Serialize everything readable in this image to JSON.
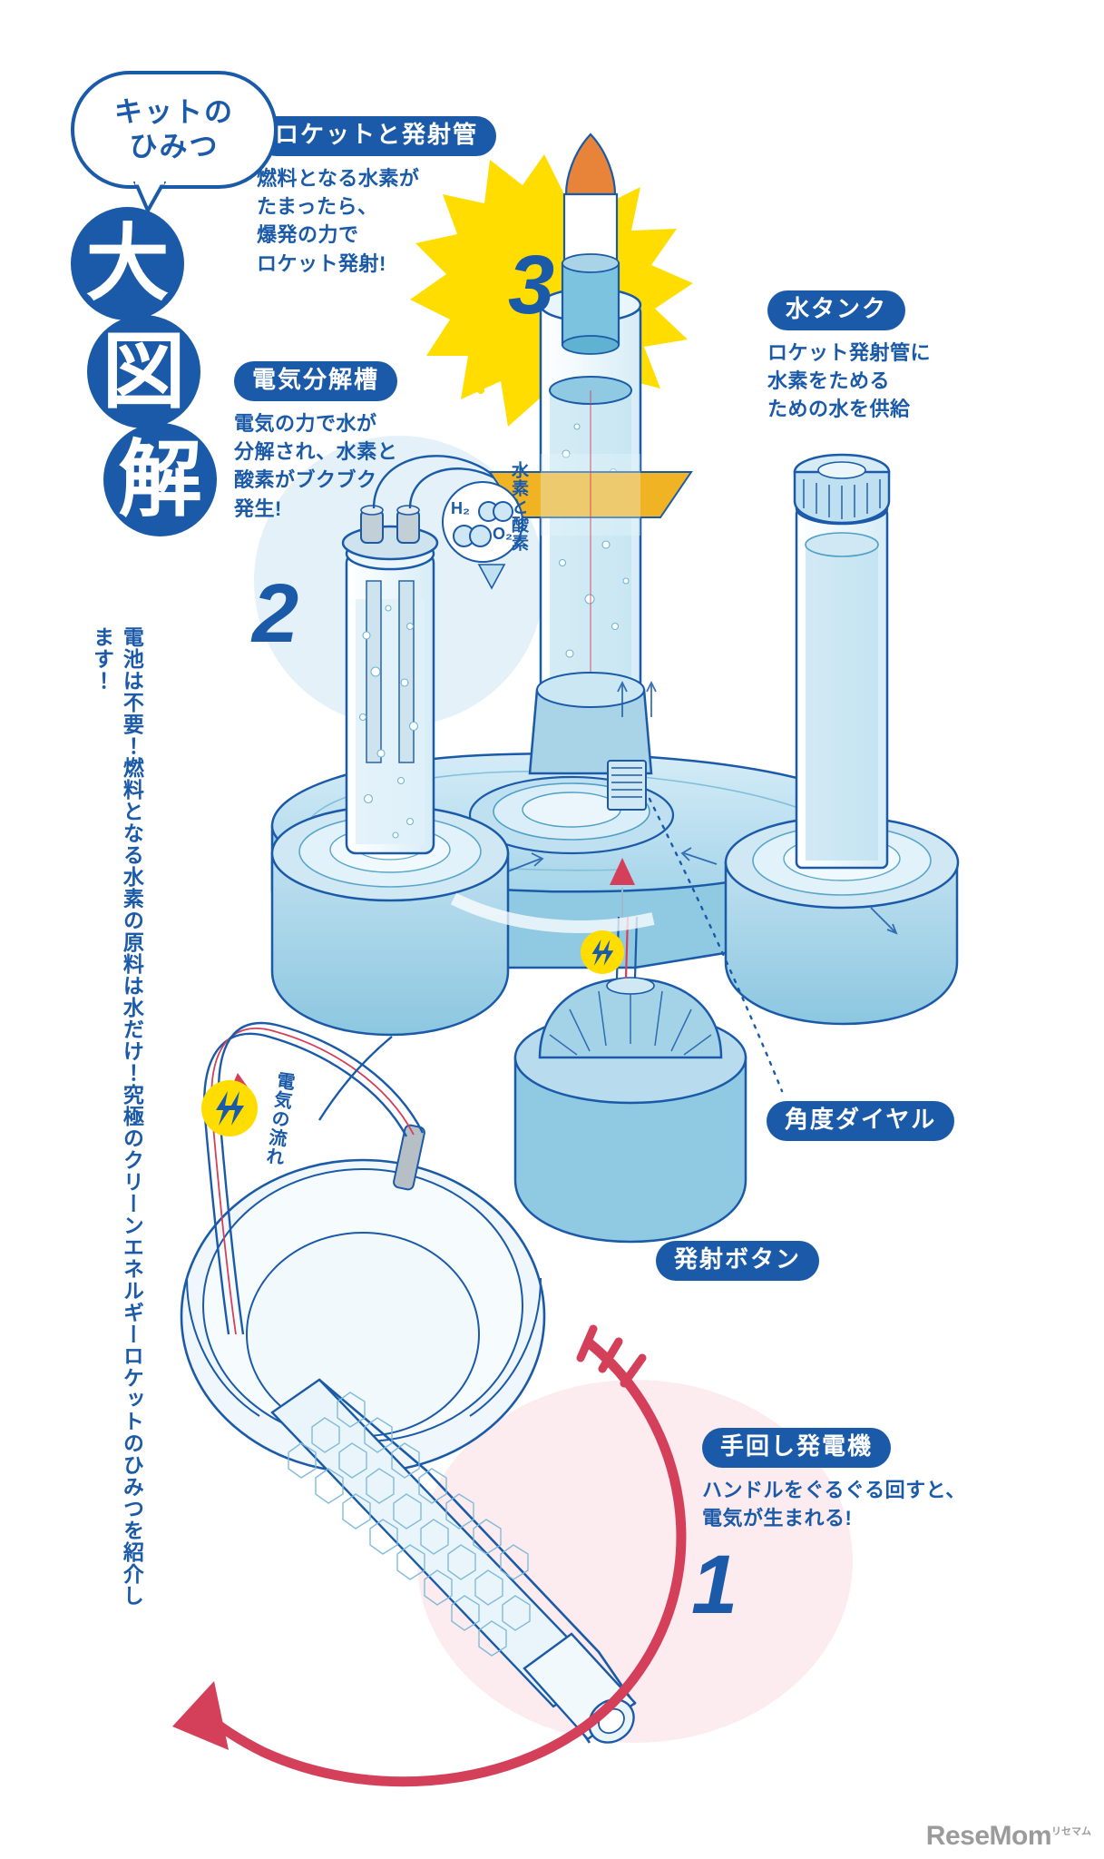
{
  "page": {
    "title": "大図解",
    "bubble_line1": "キットの",
    "bubble_line2": "ひみつ",
    "title_chars": [
      "大",
      "図",
      "解"
    ],
    "lead_text": "電池は不要！燃料となる水素の原料は水だけ！究極のクリーンエネルギーロケットのひみつを紹介します！",
    "watermark": "ReseMom",
    "watermark_tm": "リセマム"
  },
  "colors": {
    "brand_blue": "#1a5aa8",
    "light_blue": "#a9d4e8",
    "pale_blue": "#e8f3fa",
    "mid_blue": "#7cc3df",
    "yellow": "#ffdd00",
    "orange": "#e8833a",
    "red": "#d4405a",
    "gold": "#f0b323",
    "grey": "#9b9b9b"
  },
  "labels": {
    "rocket": {
      "pill": "ロケットと発射管",
      "desc": "燃料となる水素が\nたまったら、\n爆発の力で\nロケット発射!"
    },
    "water_tank": {
      "pill": "水タンク",
      "desc": "ロケット発射管に\n水素をためる\nための水を供給"
    },
    "electrolysis": {
      "pill": "電気分解槽",
      "desc": "電気の力で水が\n分解され、水素と\n酸素がブクブク\n発生!"
    },
    "angle_dial": {
      "pill": "角度ダイヤル",
      "desc": ""
    },
    "launch_button": {
      "pill": "発射ボタン",
      "desc": ""
    },
    "hand_generator": {
      "pill": "手回し発電機",
      "desc": "ハンドルをぐるぐる回すと、\n電気が生まれる!"
    }
  },
  "annotations": {
    "h2_o2_vertical": "水素と酸素",
    "electric_flow_vertical": "電気の流れ",
    "molecule_h2": "H₂",
    "molecule_o2": "O₂"
  },
  "steps": {
    "one": "1",
    "two": "2",
    "three": "3"
  },
  "icons": {
    "lightning": "lightning-bolt-icon",
    "rocket": "rocket-icon",
    "burst": "starburst-icon"
  }
}
